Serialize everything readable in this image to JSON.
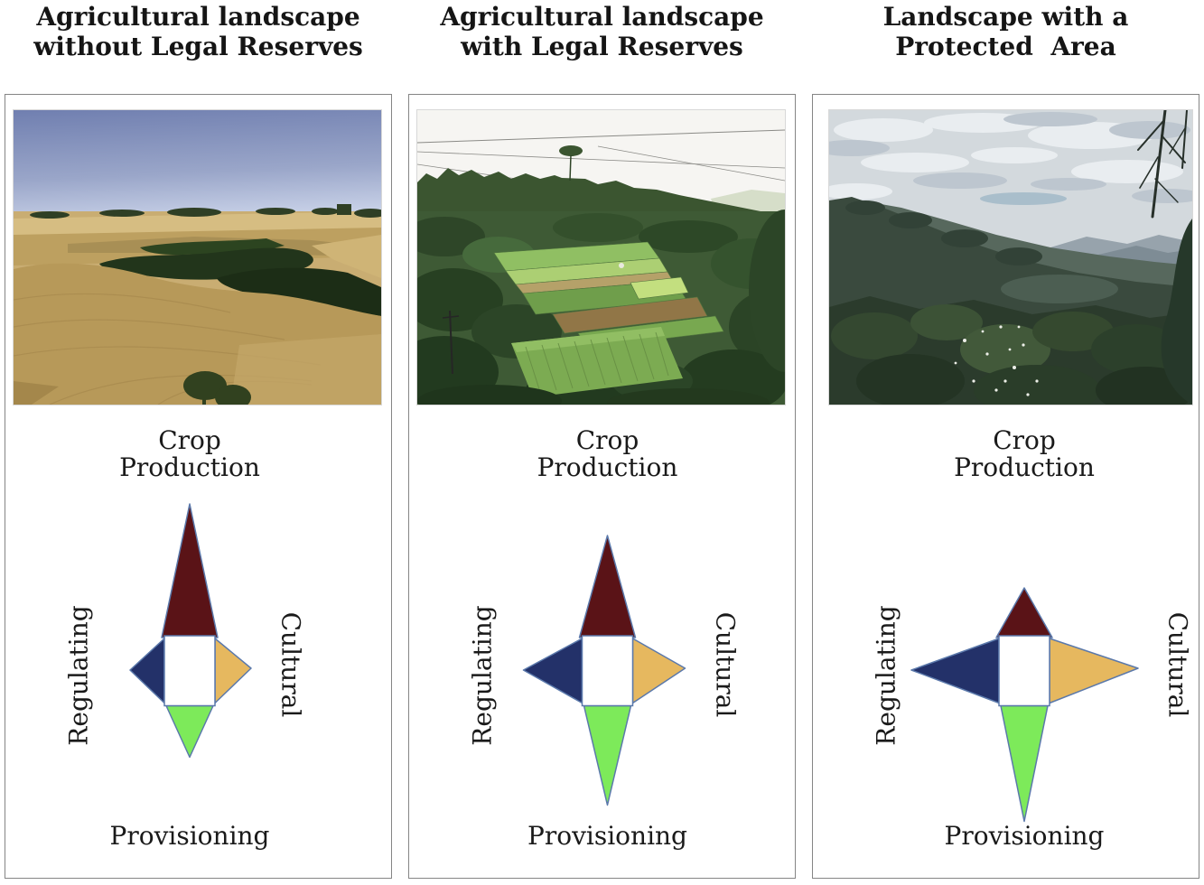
{
  "panels": [
    {
      "title_lines": [
        "Agricultural landscape",
        "without Legal Reserves"
      ],
      "photo_name": "harvested-crop-fields-photo",
      "diagram": {
        "crop_label_lines": [
          "Crop",
          "Production"
        ],
        "regulating_label": "Regulating",
        "cultural_label": "Cultural",
        "provisioning_label": "Provisioning",
        "services": {
          "crop_production": 146,
          "regulating": 38,
          "cultural": 40,
          "provisioning": 57
        }
      }
    },
    {
      "title_lines": [
        "Agricultural landscape",
        "with Legal Reserves"
      ],
      "photo_name": "forest-with-crop-patches-photo",
      "diagram": {
        "crop_label_lines": [
          "Crop",
          "Production"
        ],
        "regulating_label": "Regulating",
        "cultural_label": "Cultural",
        "provisioning_label": "Provisioning",
        "services": {
          "crop_production": 111,
          "regulating": 65,
          "cultural": 58,
          "provisioning": 110
        }
      }
    },
    {
      "title_lines": [
        "Landscape with a",
        "Protected  Area"
      ],
      "photo_name": "forested-mountains-photo",
      "diagram": {
        "crop_label_lines": [
          "Crop",
          "Production"
        ],
        "regulating_label": "Regulating",
        "cultural_label": "Cultural",
        "provisioning_label": "Provisioning",
        "services": {
          "crop_production": 53,
          "regulating": 97,
          "cultural": 98,
          "provisioning": 128
        }
      }
    }
  ],
  "colors": {
    "crop_production": "#5a1317",
    "regulating": "#233169",
    "cultural": "#e6b85f",
    "provisioning": "#7dea5a",
    "outline": "#5b79ab",
    "panel_border": "#858585"
  }
}
